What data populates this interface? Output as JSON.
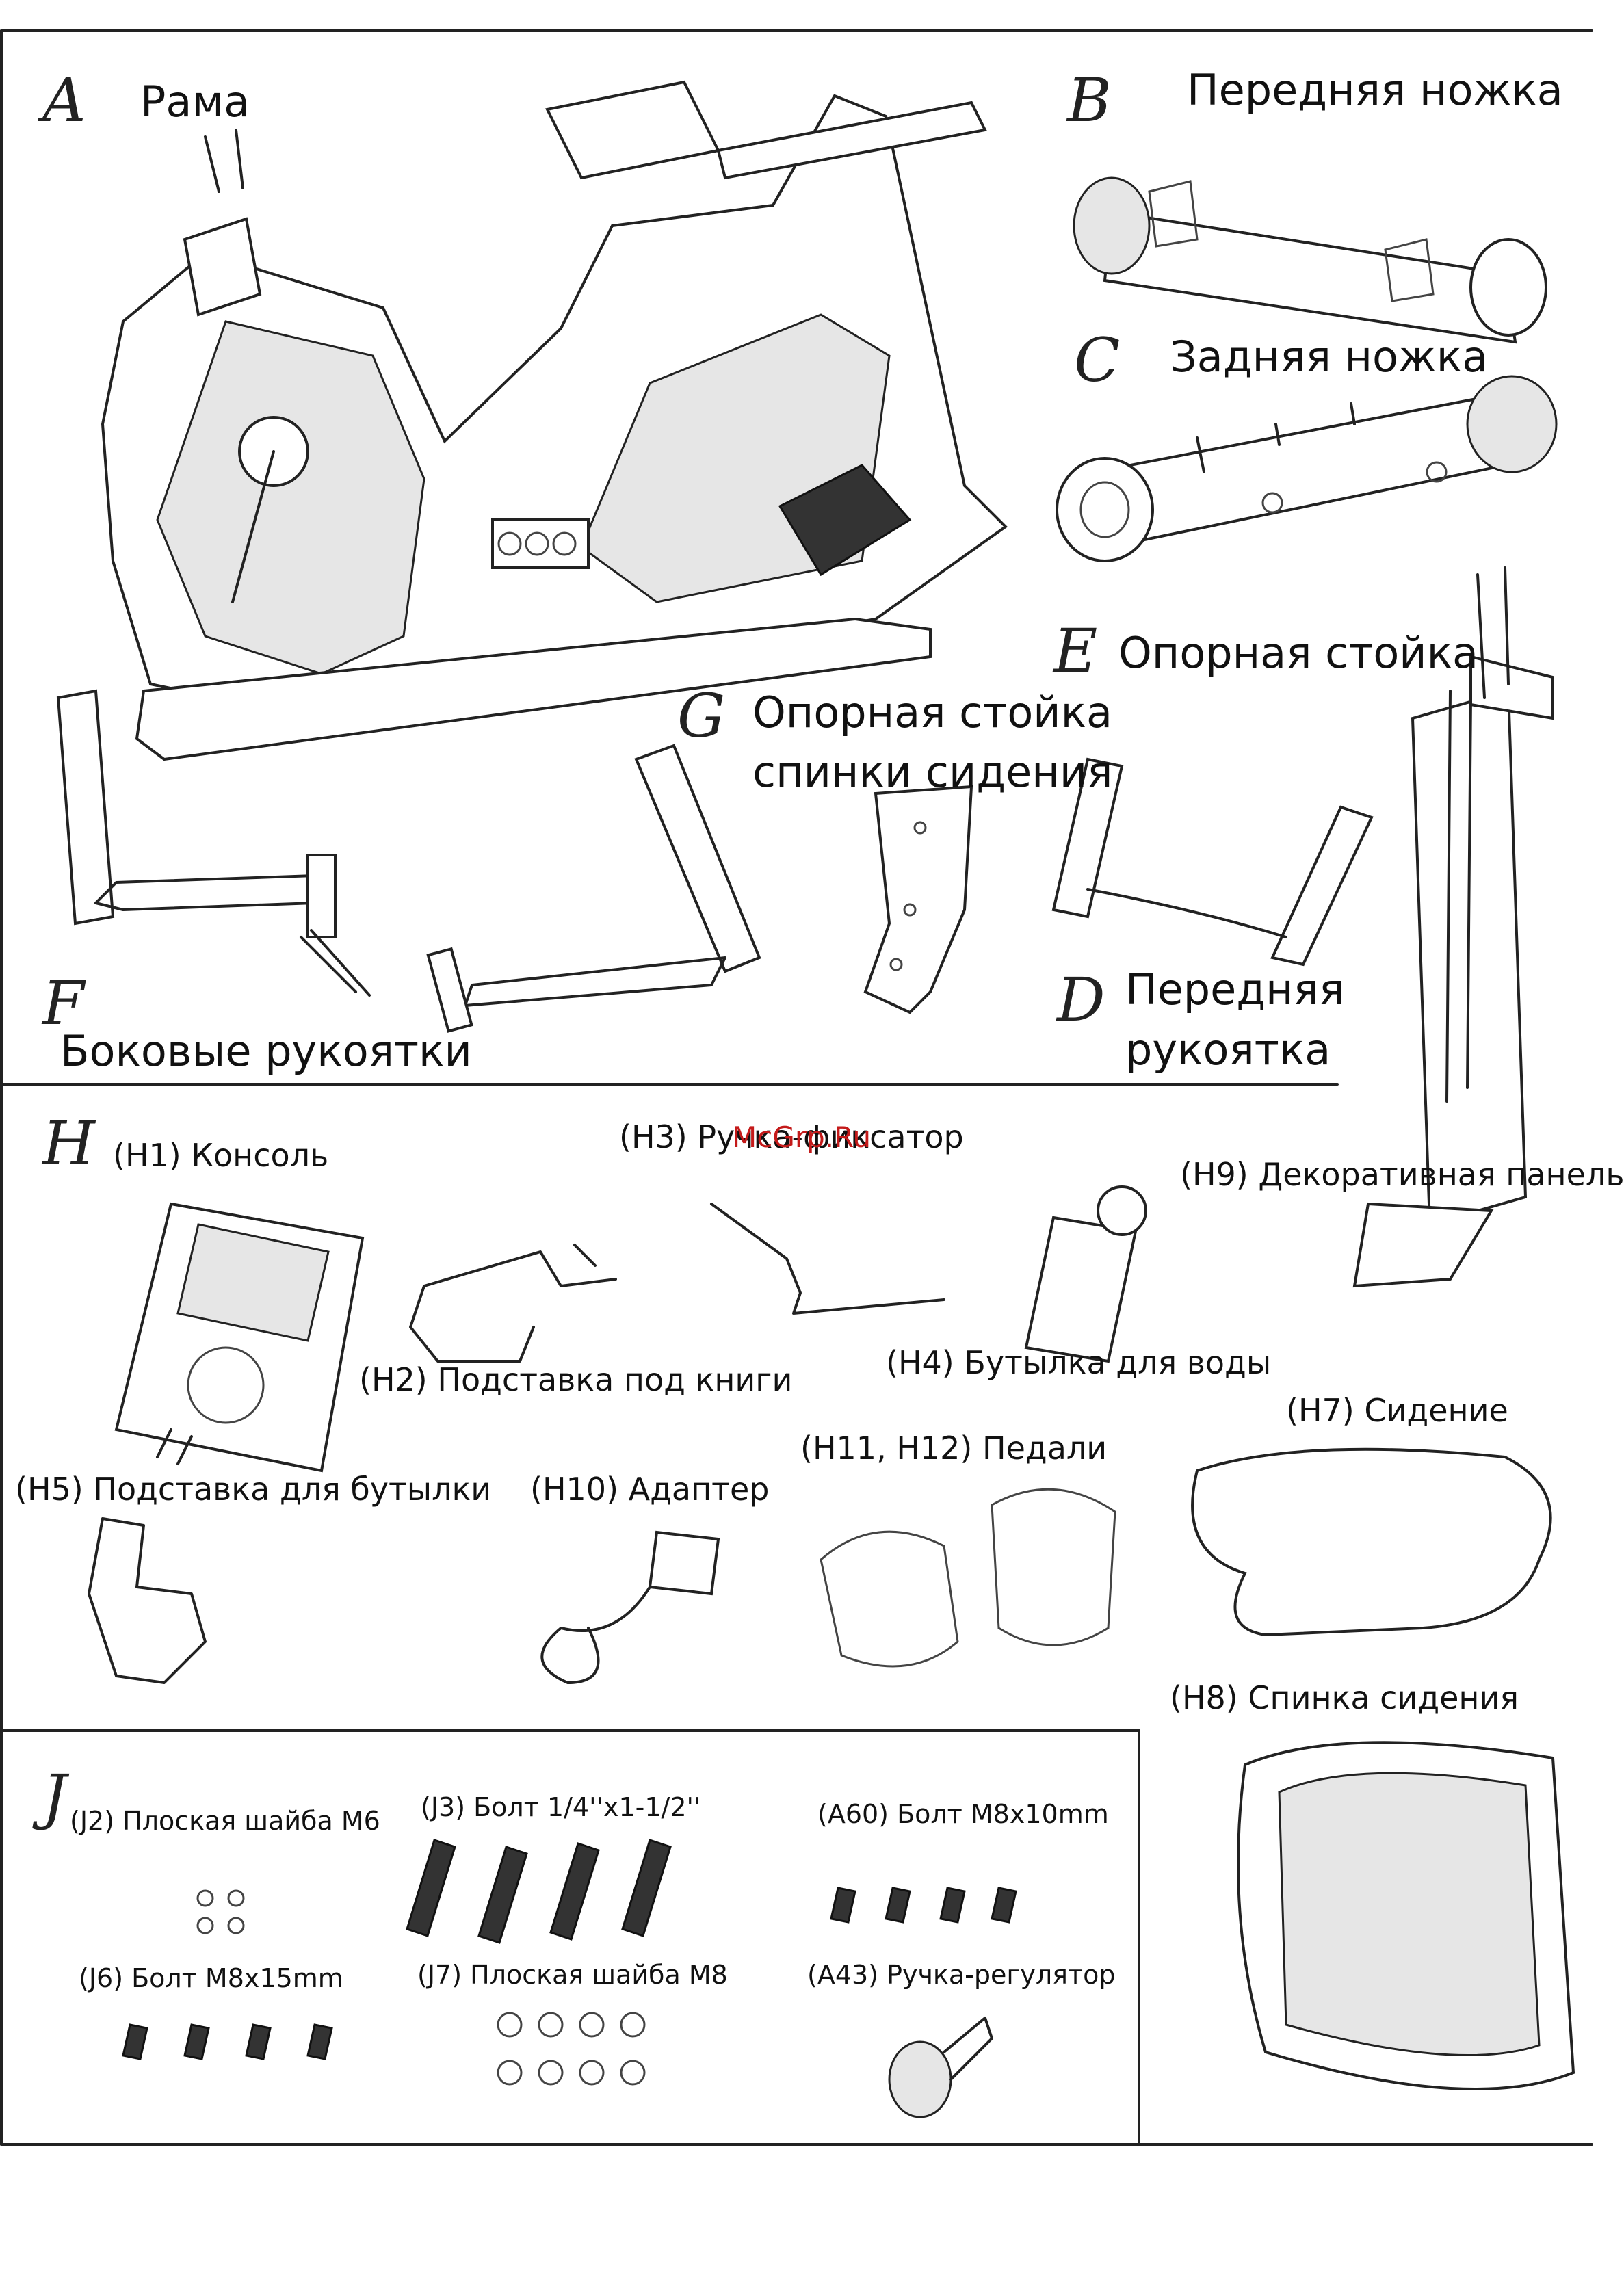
{
  "letters": {
    "A": "A",
    "B": "B",
    "C": "C",
    "E": "E",
    "G": "G",
    "D": "D",
    "F": "F",
    "H": "H",
    "J": "J"
  },
  "parts": {
    "A": "Рама",
    "B": "Передняя ножка",
    "C": "Задняя ножка",
    "E": "Опорная стойка",
    "G_line1": "Опорная стойка",
    "G_line2": "спинки сидения",
    "D_line1": "Передняя",
    "D_line2": "рукоятка",
    "F": "Боковые рукоятки"
  },
  "accessories": {
    "H1": "(H1) Консоль",
    "H3": "(H3) Ручка-фиксатор",
    "H9": "(H9) Декоративная панель",
    "H2": "(H2) Подставка под книги",
    "H4": "(H4) Бутылка для воды",
    "H7": "(H7) Сидение",
    "H5": "(H5) Подставка для бутылки",
    "H10": "(H10) Адаптер",
    "H11": "(H11, H12) Педали",
    "H8": "(H8) Спинка сидения"
  },
  "hardware": {
    "J2": "(J2) Плоская шайба M6",
    "J3": "(J3) Болт 1/4''x1-1/2''",
    "A60": "(A60) Болт M8x10mm",
    "J6": "(J6) Болт M8x15mm",
    "J7": "(J7) Плоская шайба M8",
    "A43": "(A43) Ручка-регулятор"
  },
  "watermark": "McGrp.Ru"
}
